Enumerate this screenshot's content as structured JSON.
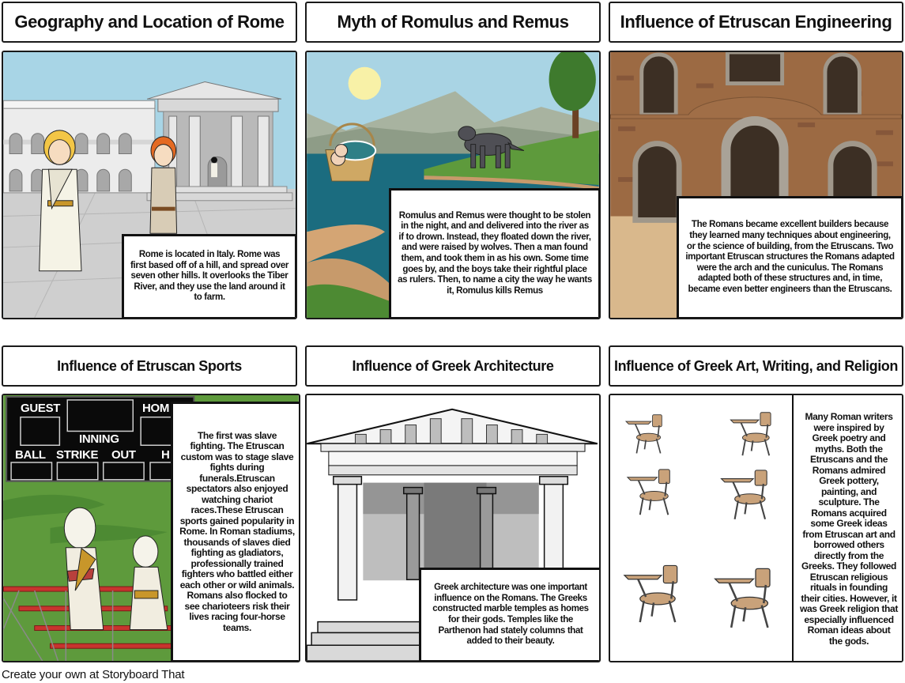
{
  "storyboard": {
    "panels": [
      {
        "title": "Geography and Location of Rome",
        "scene": "roman-forum-with-two-citizens",
        "caption": "Rome is located in Italy. Rome was first based off of a hill, and spread over seven other hills. It overlooks the Tiber River, and they use the land around it to farm."
      },
      {
        "title": "Myth of Romulus and Remus",
        "scene": "river-with-twins-in-basket-and-wolf",
        "caption": "Romulus and Remus were thought to be stolen in the night, and and delivered into the river as if to drown. Instead, they floated down the river, and were raised by wolves. Then a man found them, and took them in as his own. Some time goes by, and the boys take their rightful place as rulers. Then, to name a city the way he wants it, Romulus kills Remus"
      },
      {
        "title": "Influence of Etruscan Engineering",
        "scene": "brick-wall-with-stone-arches",
        "caption": "The Romans became excellent builders because they learned many techniques about engineering, or the science of building, from the Etruscans. Two important Etruscan structures the Romans adapted were the arch and the cuniculus. The Romans adapted both of these structures and, in time, became even better engineers than the Etruscans."
      },
      {
        "title": "Influence of Etruscan Sports",
        "scene": "stadium-bleachers-with-scoreboard",
        "scoreboard": {
          "labels": [
            "GUEST",
            "HOM",
            "INNING",
            "BALL",
            "STRIKE",
            "OUT",
            "H"
          ]
        },
        "caption": "The first was slave fighting. The Etruscan custom was to stage slave fights during funerals.Etruscan spectators also enjoyed watching chariot races.These Etruscan sports gained popularity in Rome. In Roman stadiums, thousands of slaves died fighting as gladiators, professionally trained fighters who battled either each other or wild animals. Romans also flocked to see charioteers risk their lives racing four-horse teams."
      },
      {
        "title": "Influence of Greek Architecture",
        "scene": "greek-temple-with-columns",
        "caption": "Greek architecture was one important influence on the Romans. The Greeks constructed marble temples as homes for their gods. Temples like the Parthenon had stately columns that added to their beauty."
      },
      {
        "title": "Influence of Greek Art, Writing, and Religion",
        "scene": "six-classroom-desks",
        "caption": "Many Roman writers were inspired by Greek poetry and myths. Both the Etruscans and the Romans admired Greek pottery, painting, and sculpture. The Romans acquired some Greek ideas from Etruscan art and borrowed others directly from the Greeks. They followed Etruscan religious rituals in founding their cities. However, it was Greek religion that especially influenced Roman ideas about the gods."
      }
    ]
  },
  "footer": {
    "text": "Create your own at Storyboard That"
  },
  "colors": {
    "border": "#1a1a1a",
    "sky": "#a8d5e6",
    "stone_gray": "#d0d0d0",
    "water_teal": "#1b6c7f",
    "grass_green": "#5e9a3c",
    "brick_brown": "#9c6a43",
    "arch_dark": "#3c2f24",
    "desk_tan": "#c9a27a"
  }
}
